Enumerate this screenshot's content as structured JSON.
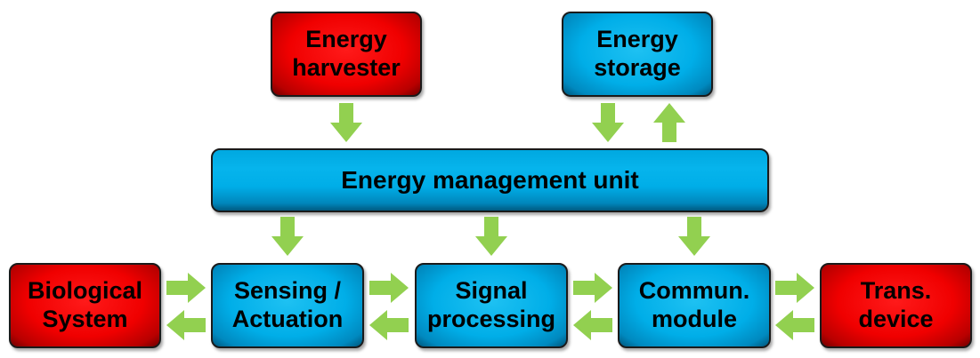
{
  "boxes": {
    "energy_harvester": "Energy\nharvester",
    "energy_storage": "Energy\nstorage",
    "energy_management_unit": "Energy management unit",
    "biological_system": "Biological\nSystem",
    "sensing_actuation": "Sensing /\nActuation",
    "signal_processing": "Signal\nprocessing",
    "commun_module": "Commun.\nmodule",
    "trans_device": "Trans.\ndevice"
  },
  "colors": {
    "source_block": "#f00000",
    "system_block": "#00aee8",
    "arrow": "#92d050",
    "border": "#1a1a1a"
  }
}
